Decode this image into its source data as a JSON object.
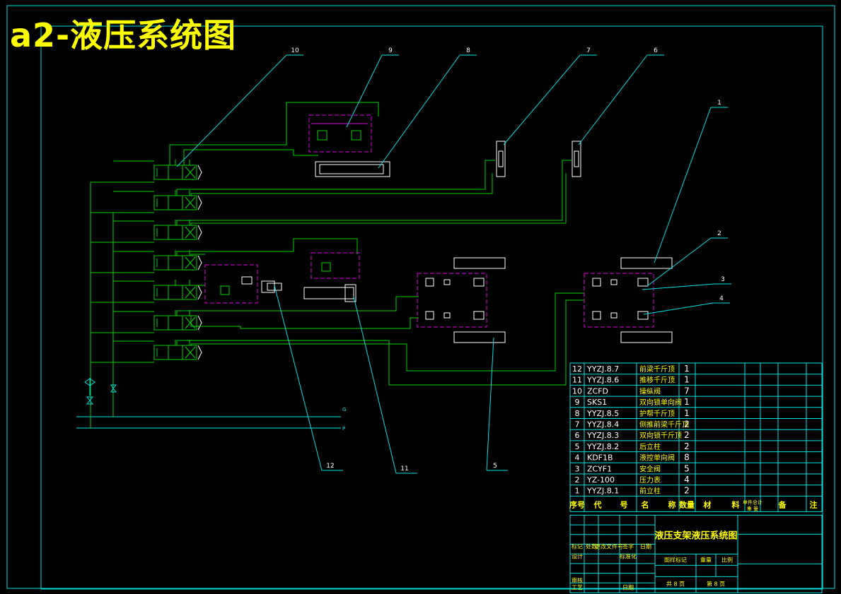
{
  "title": "a2-液压系统图",
  "balloons": [
    "10",
    "9",
    "8",
    "7",
    "6",
    "1",
    "2",
    "3",
    "4",
    "12",
    "11",
    "5"
  ],
  "line_labels": {
    "return": "G",
    "pressure": "P"
  },
  "parts_list": {
    "rows": [
      {
        "no": "12",
        "code": "YYZJ.8.7",
        "name": "前梁千斤顶",
        "qty": "1"
      },
      {
        "no": "11",
        "code": "YYZJ.8.6",
        "name": "推移千斤顶",
        "qty": "1"
      },
      {
        "no": "10",
        "code": "ZCFD",
        "name": "操纵阀",
        "qty": "7"
      },
      {
        "no": "9",
        "code": "SKS1",
        "name": "双向锁单向阀",
        "qty": "1"
      },
      {
        "no": "8",
        "code": "YYZJ.8.5",
        "name": "护帮千斤顶",
        "qty": "1"
      },
      {
        "no": "7",
        "code": "YYZJ.8.4",
        "name": "侧推前梁千斤顶",
        "qty": "2"
      },
      {
        "no": "6",
        "code": "YYZJ.8.3",
        "name": "双向锁千斤顶",
        "qty": "2"
      },
      {
        "no": "5",
        "code": "YYZJ.8.2",
        "name": "后立柱",
        "qty": "2"
      },
      {
        "no": "4",
        "code": "KDF1B",
        "name": "液控单向阀",
        "qty": "8"
      },
      {
        "no": "3",
        "code": "ZCYF1",
        "name": "安全阀",
        "qty": "5"
      },
      {
        "no": "2",
        "code": "YZ-100",
        "name": "压力表",
        "qty": "4"
      },
      {
        "no": "1",
        "code": "YYZJ.8.1",
        "name": "前立柱",
        "qty": "2"
      }
    ],
    "header": {
      "no": "序号",
      "code_a": "代",
      "code_b": "号",
      "name_a": "名",
      "name_b": "称",
      "qty": "数量",
      "mat_a": "材",
      "mat_b": "料",
      "weight": "单件总计",
      "weight2": "重 量",
      "remark_a": "备",
      "remark_b": "注"
    }
  },
  "title_block": {
    "drawing_name": "液压支架液压系统图",
    "cells": [
      "标记",
      "处数",
      "更改文件号",
      "签字",
      "日期",
      "设计",
      "标准化",
      "审核",
      "工艺",
      "日期",
      "图样标记",
      "重量",
      "比例",
      "共 8 页",
      "第 8 页"
    ]
  }
}
